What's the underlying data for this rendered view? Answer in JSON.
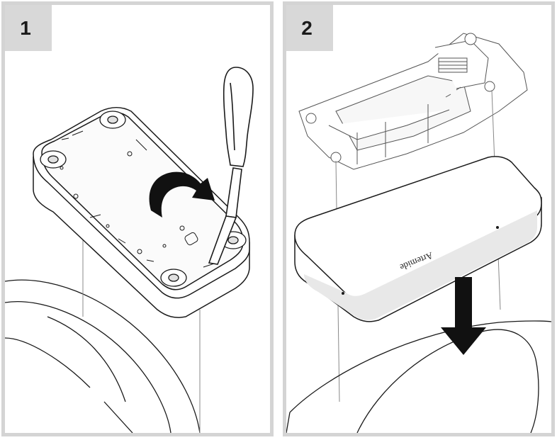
{
  "steps": [
    {
      "number": "1"
    },
    {
      "number": "2"
    }
  ],
  "product": {
    "brand_label": "Artemide"
  },
  "colors": {
    "frame": "#d4d4d4",
    "badge": "#d8d8d8",
    "line": "#1a1a1a",
    "arrow": "#111111"
  },
  "icons": [
    "screwdriver-icon",
    "rotate-arrow-icon",
    "down-arrow-icon"
  ]
}
